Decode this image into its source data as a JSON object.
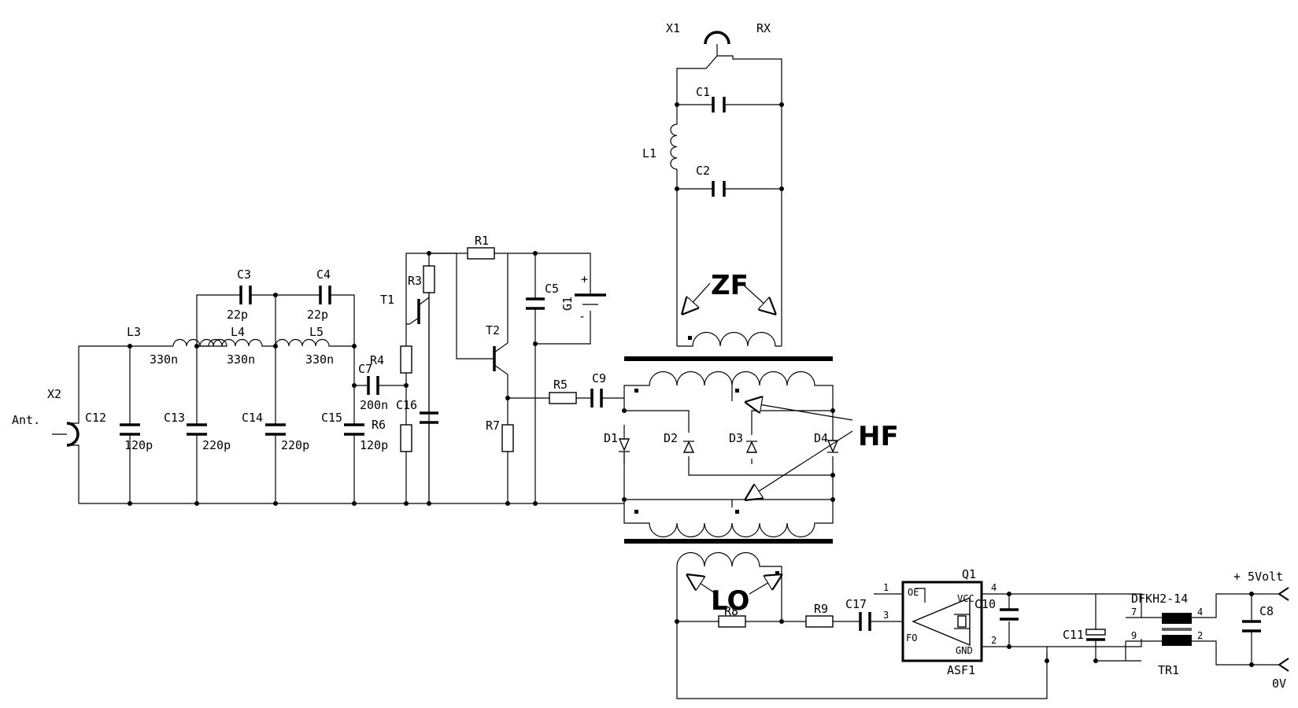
{
  "diagram": {
    "connectors": {
      "x1": "X1",
      "rx": "RX",
      "x2": "X2",
      "ant": "Ant."
    },
    "capacitors": {
      "c1": "C1",
      "c2": "C2",
      "c3": "C3",
      "c4": "C4",
      "c5": "C5",
      "c7": "C7",
      "c8": "C8",
      "c9": "C9",
      "c10": "C10",
      "c11": "C11",
      "c12": "C12",
      "c13": "C13",
      "c14": "C14",
      "c15": "C15",
      "c16": "C16",
      "c17": "C17"
    },
    "capacitor_values": {
      "c3": "22p",
      "c4": "22p",
      "c7": "200n",
      "c12": "120p",
      "c13": "220p",
      "c14": "220p",
      "c15": "120p"
    },
    "inductors": {
      "l1": "L1",
      "l3": "L3",
      "l4": "L4",
      "l5": "L5"
    },
    "inductor_values": {
      "l3": "330n",
      "l4": "330n",
      "l5": "330n"
    },
    "resistors": {
      "r1": "R1",
      "r3": "R3",
      "r4": "R4",
      "r5": "R5",
      "r6": "R6",
      "r7": "R7",
      "r8": "R8",
      "r9": "R9"
    },
    "transistors": {
      "t1": "T1",
      "t2": "T2"
    },
    "diodes": {
      "d1": "D1",
      "d2": "D2",
      "d3": "D3",
      "d4": "D4"
    },
    "battery": {
      "label": "G1",
      "plus": "+",
      "minus": "-"
    },
    "oscillator": {
      "ref": "Q1",
      "name": "ASF1",
      "pins": {
        "oe": "OE",
        "vcc": "VCC",
        "fo": "FO",
        "gnd": "GND"
      },
      "pin_numbers": {
        "p1": "1",
        "p2": "2",
        "p3": "3",
        "p4": "4"
      }
    },
    "choke": {
      "part": "DFKH2-14",
      "ref": "TR1",
      "pin_numbers": {
        "p7": "7",
        "p4": "4",
        "p9": "9",
        "p2": "2"
      }
    },
    "supply": {
      "plus": "+ 5Volt",
      "ground": "0V"
    },
    "ports": {
      "zf": "ZF",
      "hf": "HF",
      "lo": "LO"
    }
  }
}
